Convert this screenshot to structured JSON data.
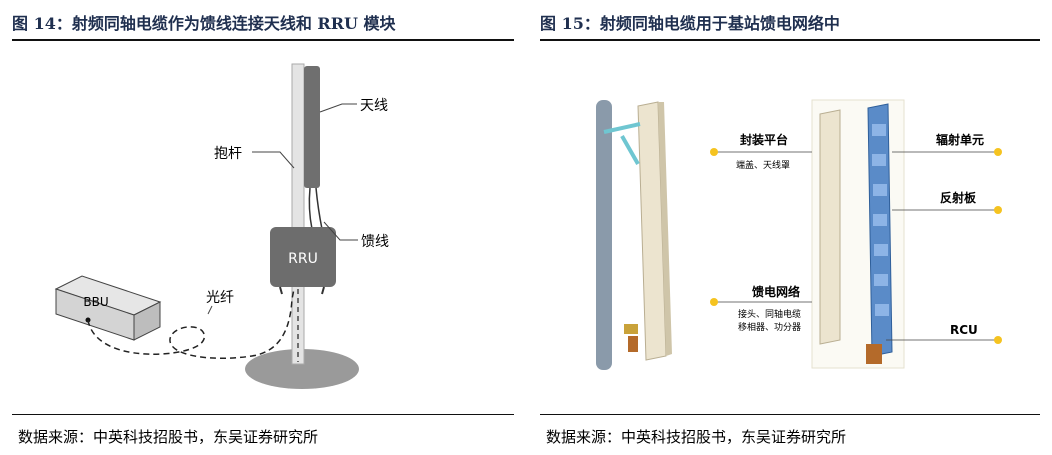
{
  "left": {
    "title": "图 14：射频同轴电缆作为馈线连接天线和 RRU 模块",
    "labels": {
      "antenna": "天线",
      "pole": "抱杆",
      "feeder": "馈线",
      "rru": "RRU",
      "bbu": "BBU",
      "fiber": "光纤"
    },
    "source": "数据来源：中英科技招股书，东吴证券研究所"
  },
  "right": {
    "title": "图 15：射频同轴电缆用于基站馈电网络中",
    "labels": {
      "enclosure_title": "封装平台",
      "enclosure_sub": "端盖、天线罩",
      "radiating": "辐射单元",
      "reflector": "反射板",
      "feed_title": "馈电网络",
      "feed_sub1": "接头、同轴电缆",
      "feed_sub2": "移相器、功分器",
      "rcu": "RCU"
    },
    "source": "数据来源：中英科技招股书，东吴证券研究所"
  },
  "colors": {
    "title": "#1f2f4f",
    "accent_dot": "#f5c320",
    "rru_box": "#6d6d6d",
    "base": "#9a9a9a",
    "pole": "#8a9aaa",
    "reflector": "#5a8bc8"
  }
}
